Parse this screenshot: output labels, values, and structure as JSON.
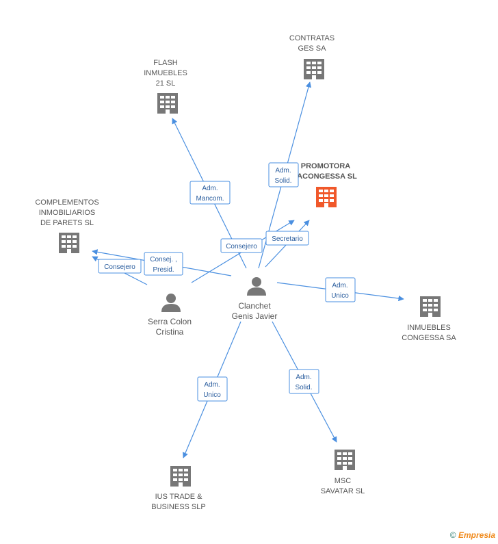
{
  "nodes": {
    "flash": {
      "lines": [
        "FLASH",
        "INMUEBLES",
        "21  SL"
      ],
      "kind": "company"
    },
    "contratas": {
      "lines": [
        "CONTRATAS",
        "GES SA"
      ],
      "kind": "company"
    },
    "promotora": {
      "lines": [
        "PROMOTORA",
        "ACONGESSA SL"
      ],
      "kind": "company-focus"
    },
    "complementos": {
      "lines": [
        "COMPLEMENTOS",
        "INMOBILIARIOS",
        "DE PARETS SL"
      ],
      "kind": "company"
    },
    "inmuebles": {
      "lines": [
        "INMUEBLES",
        "CONGESSA SA"
      ],
      "kind": "company"
    },
    "ius": {
      "lines": [
        "IUS TRADE &",
        "BUSINESS SLP"
      ],
      "kind": "company"
    },
    "msc": {
      "lines": [
        "MSC",
        "SAVATAR SL"
      ],
      "kind": "company"
    },
    "clanchet": {
      "lines": [
        "Clanchet",
        "Genis Javier"
      ],
      "kind": "person"
    },
    "serra": {
      "lines": [
        "Serra Colon",
        "Cristina"
      ],
      "kind": "person"
    }
  },
  "relations": [
    {
      "id": "rel-adm-mancom",
      "lines": [
        "Adm.",
        "Mancom."
      ]
    },
    {
      "id": "rel-adm-solid-top",
      "lines": [
        "Adm.",
        "Solid."
      ]
    },
    {
      "id": "rel-consejero-top",
      "lines": [
        "Consejero"
      ]
    },
    {
      "id": "rel-secretario",
      "lines": [
        "Secretario"
      ]
    },
    {
      "id": "rel-consej-presid",
      "lines": [
        "Consej. ,",
        "Presid."
      ]
    },
    {
      "id": "rel-consejero-left",
      "lines": [
        "Consejero"
      ]
    },
    {
      "id": "rel-adm-unico-right",
      "lines": [
        "Adm.",
        "Unico"
      ]
    },
    {
      "id": "rel-adm-unico-bottom",
      "lines": [
        "Adm.",
        "Unico"
      ]
    },
    {
      "id": "rel-adm-solid-bottom",
      "lines": [
        "Adm.",
        "Solid."
      ]
    }
  ],
  "colors": {
    "edge": "#4a8fe0",
    "company_icon": "#777777",
    "focus_icon": "#f0582a",
    "person_icon": "#777777"
  },
  "footer": {
    "copyright": "©",
    "brand": "Empresia"
  }
}
